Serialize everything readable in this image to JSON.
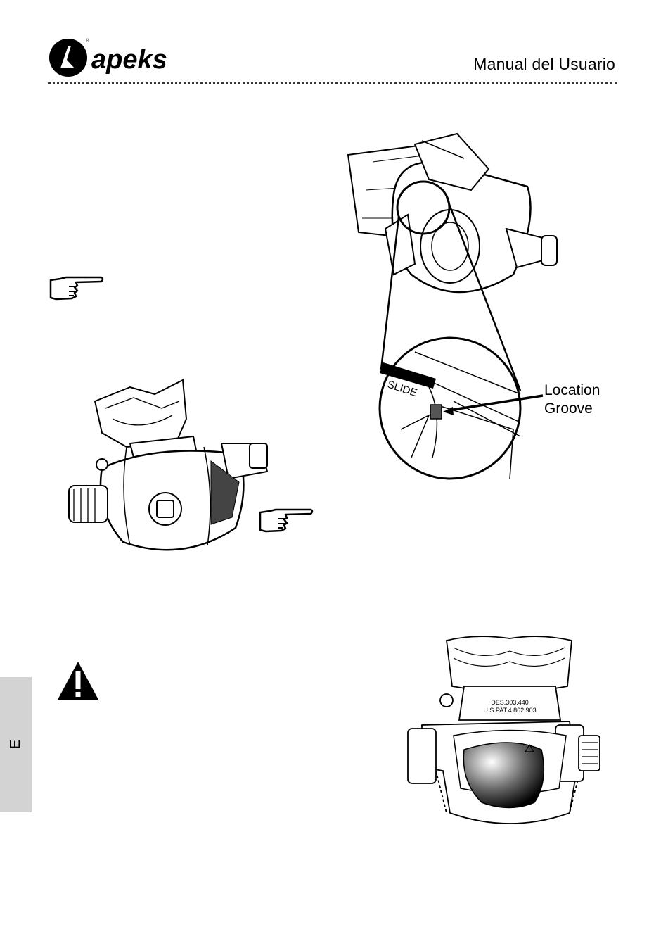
{
  "header": {
    "brand": "apeks",
    "title": "Manual del Usuario"
  },
  "figure_top": {
    "arrow_label": "SLIDE",
    "callout_line1": "Location",
    "callout_line2": "Groove"
  },
  "figure_bottom": {
    "engraving_line1": "DES.303.440",
    "engraving_line2": "U.S.PAT.4.862.903"
  },
  "side_tab": {
    "letter": "E"
  },
  "icons": [
    "pointing-hand-icon",
    "pointing-hand-icon",
    "warning-icon"
  ]
}
